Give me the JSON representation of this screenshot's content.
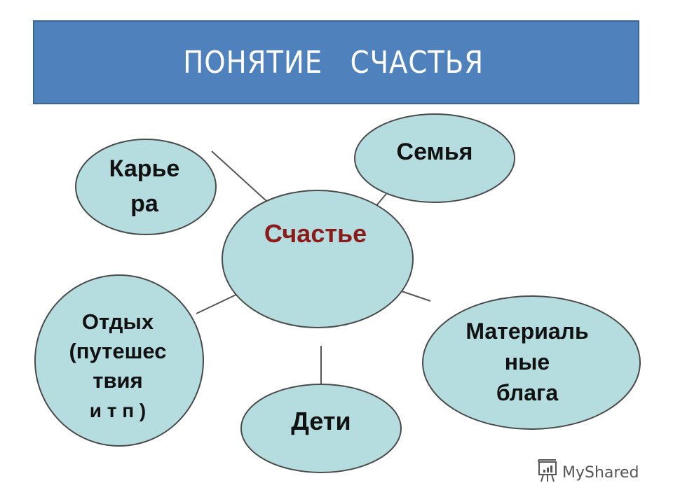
{
  "title": "ПОНЯТИЕ   СЧАСТЬЯ",
  "diagram": {
    "center": {
      "label": "Счастье",
      "color": "#8b1a1a"
    },
    "nodes": [
      {
        "id": "career",
        "lines": [
          "Карье",
          "ра"
        ]
      },
      {
        "id": "family",
        "lines": [
          "Семья"
        ]
      },
      {
        "id": "rest",
        "lines": [
          "Отдых",
          "(путешес",
          "твия",
          "и т п )"
        ]
      },
      {
        "id": "material",
        "lines": [
          "Материаль",
          "ные",
          "блага"
        ]
      },
      {
        "id": "children",
        "lines": [
          "Дети"
        ]
      }
    ],
    "colors": {
      "title_bg": "#4f81bd",
      "bubble_fill": "#b5dde0",
      "bubble_stroke": "#4a4a4a",
      "text": "#111111"
    }
  },
  "watermark": {
    "text": "MyShared",
    "icon": "presentation-board-icon"
  }
}
